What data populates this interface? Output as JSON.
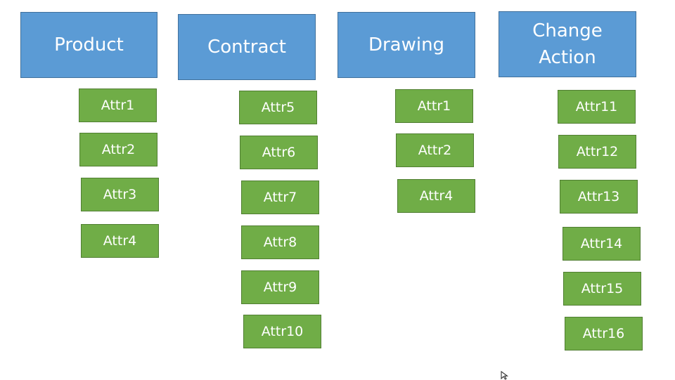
{
  "headers": {
    "product": "Product",
    "contract": "Contract",
    "drawing": "Drawing",
    "change_action": "Change\nAction"
  },
  "product_attrs": [
    "Attr1",
    "Attr2",
    "Attr3",
    "Attr4"
  ],
  "contract_attrs": [
    "Attr5",
    "Attr6",
    "Attr7",
    "Attr8",
    "Attr9",
    "Attr10"
  ],
  "drawing_attrs": [
    "Attr1",
    "Attr2",
    "Attr4"
  ],
  "change_action_attrs": [
    "Attr11",
    "Attr12",
    "Attr13",
    "Attr14",
    "Attr15",
    "Attr16"
  ],
  "colors": {
    "header_fill": "#5b9bd5",
    "header_border": "#41719c",
    "attr_fill": "#70ad47",
    "attr_border": "#507e32",
    "text": "#ffffff"
  }
}
